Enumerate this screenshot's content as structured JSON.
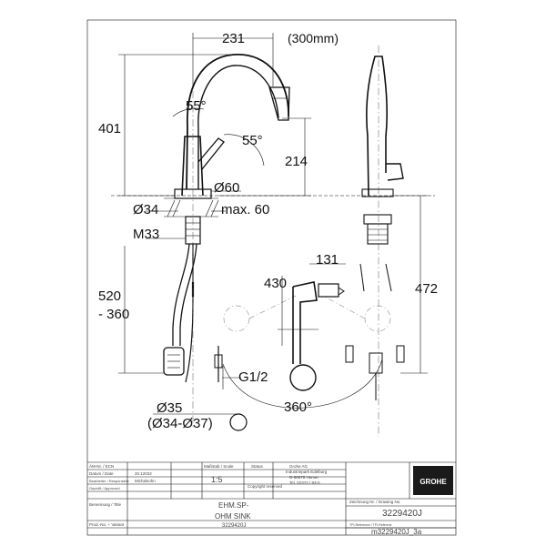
{
  "drawing": {
    "dimensions": {
      "reach": "231",
      "reach_alt": "(300mm)",
      "height_total": "401",
      "angle_top": "55°",
      "angle_lever": "55°",
      "spout_height": "214",
      "base_dia": "Ø60",
      "hole_dia": "Ø34",
      "deck_max": "max. 60",
      "thread": "M33",
      "hose_len_top": "520",
      "hose_len_bot": "- 360",
      "connection": "G1/2",
      "pullout": "430",
      "side_depth": "131",
      "side_height": "472",
      "rotation": "360°",
      "spray_dia": "Ø35",
      "spray_dia_range": "(Ø34-Ø37)"
    }
  },
  "title_block": {
    "ecn_label": "ÄM-Nr. / ECN",
    "date_label": "Datum / Date",
    "date_value": "20.12022",
    "drawn_label": "Bearbeiter / Responsible",
    "drawn_value": "Michalsohn",
    "checked_label": "Geprüft / Approved",
    "scale_label": "Maßstab / Scale",
    "scale_value": "1:5",
    "status_label": "Status",
    "copyright": "Copyright reserved",
    "company_lines": [
      "Grohe AG",
      "Industriepark Edelburg",
      "D-58675 Hemer",
      "Tel. 02372 / 93-0"
    ],
    "drawing_no_label": "Zeichnung Nr. / Drawing No.",
    "drawing_no_value": "3229420J",
    "title_label": "Benennung / Title",
    "title_line1": "EHM.SP-",
    "title_line2": "OHM SINK",
    "prod_label": "Prod.-No. + Variant",
    "prod_value": "3229420J",
    "tpl_label": "TPI-Reference / TPI-Referenz",
    "tpl_value": "m3229420J_3a",
    "logo": "GROHE"
  }
}
